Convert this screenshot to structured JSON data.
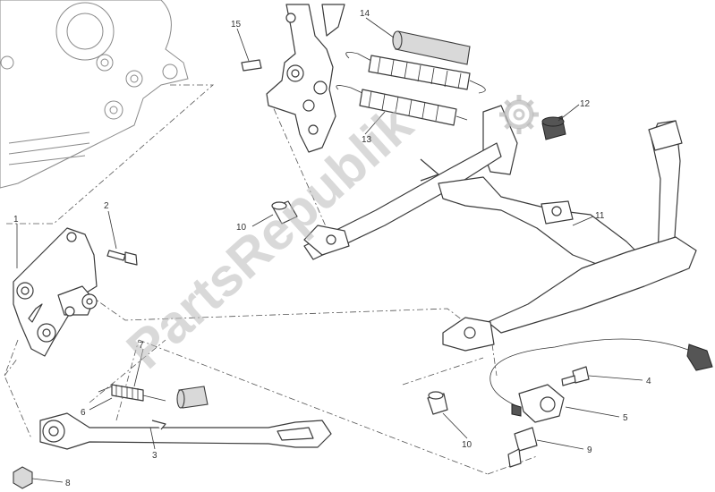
{
  "watermark": {
    "text": "PartsRepublik"
  },
  "callouts": [
    {
      "id": "c1",
      "text": "1"
    },
    {
      "id": "c2",
      "text": "2"
    },
    {
      "id": "c3",
      "text": "3"
    },
    {
      "id": "c4",
      "text": "4"
    },
    {
      "id": "c5",
      "text": "5"
    },
    {
      "id": "c6",
      "text": "6"
    },
    {
      "id": "c7",
      "text": "7"
    },
    {
      "id": "c8",
      "text": "8"
    },
    {
      "id": "c9",
      "text": "9"
    },
    {
      "id": "c10a",
      "text": "10"
    },
    {
      "id": "c10b",
      "text": "10"
    },
    {
      "id": "c11",
      "text": "11"
    },
    {
      "id": "c12",
      "text": "12"
    },
    {
      "id": "c13",
      "text": "13"
    },
    {
      "id": "c14",
      "text": "14"
    },
    {
      "id": "c15",
      "text": "15"
    }
  ]
}
